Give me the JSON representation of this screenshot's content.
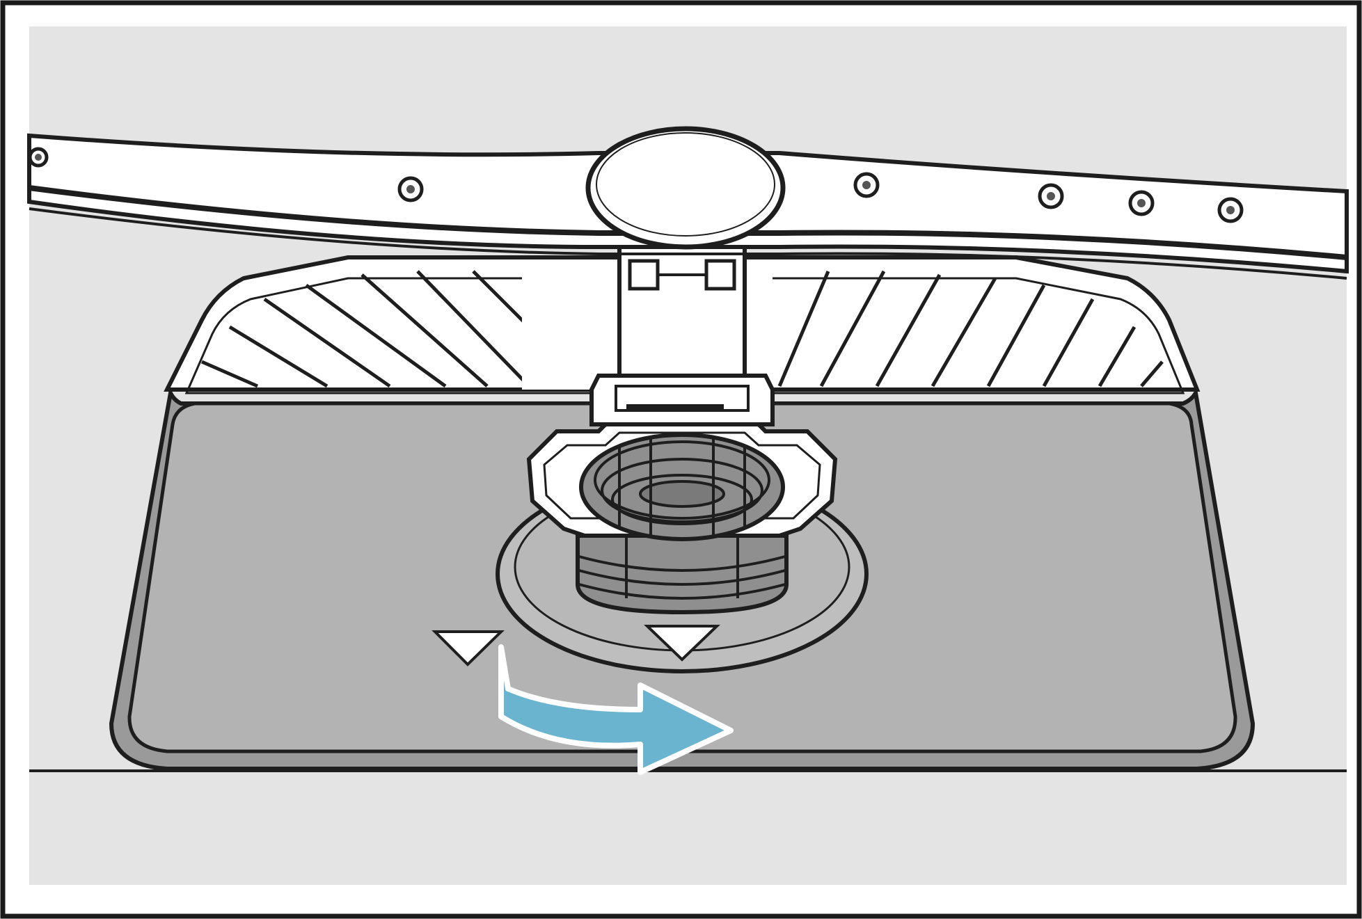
{
  "figure": {
    "colors": {
      "frame": "#1a1a1a",
      "background": "#e4e4e4",
      "filter_plate": "#b3b3b3",
      "filter_plate_shadow": "#9a9a9a",
      "spray_arm": "#ffffff",
      "filter_cylinder": "#8f8f8f",
      "outline": "#1e1e1e",
      "rotation_arrow": "#6ab4d0",
      "rotation_arrow_outline": "#ffffff"
    },
    "icons": {
      "spray_arm": "spray-arm",
      "filter": "filter-cylinder",
      "arrow": "clockwise-rotation-arrow",
      "markers": "triangle-alignment-markers"
    }
  }
}
